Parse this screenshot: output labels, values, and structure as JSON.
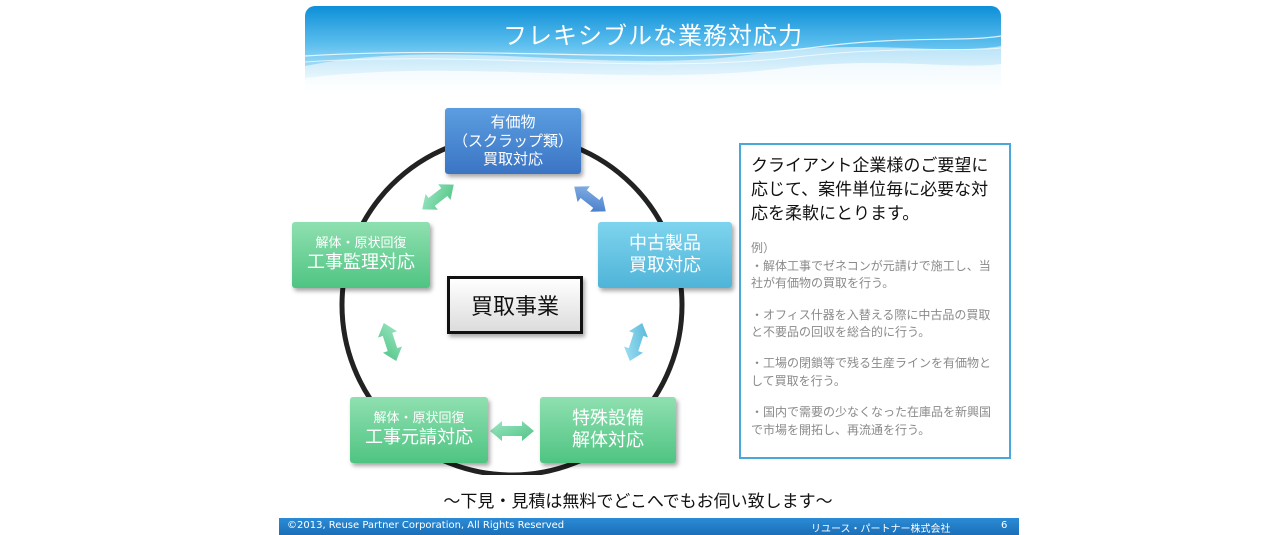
{
  "header": {
    "title": "フレキシブルな業務対応力"
  },
  "diagram": {
    "center": "買取事業",
    "nodes": {
      "top": {
        "line1": "有価物",
        "line2": "（スクラップ類）",
        "line3": "買取対応"
      },
      "right_upper": {
        "line1": "中古製品",
        "line2": "買取対応"
      },
      "right_lower": {
        "line1": "特殊設備",
        "line2": "解体対応"
      },
      "left_lower": {
        "line1": "解体・原状回復",
        "line2": "工事元請対応"
      },
      "left_upper": {
        "line1": "解体・原状回復",
        "line2": "工事監理対応"
      }
    }
  },
  "info": {
    "heading": "クライアント企業様のご要望に応じて、案件単位毎に必要な対応を柔軟にとります。",
    "label": "例）",
    "items": [
      "・解体工事でゼネコンが元請けで施工し、当社が有価物の買取を行う。",
      "・オフィス什器を入替える際に中古品の買取と不要品の回収を総合的に行う。",
      "・工場の閉鎖等で残る生産ラインを有価物として買取を行う。",
      "・国内で需要の少なくなった在庫品を新興国で市場を開拓し、再流通を行う。"
    ]
  },
  "tagline": "～下見・見積は無料でどこへでもお伺い致します～",
  "footer": {
    "copyright": "©2013, Reuse Partner Corporation, All Rights Reserved",
    "company": "リユース・パートナー株式会社",
    "page": "6"
  },
  "colors": {
    "blue": "#3b74c4",
    "cyan": "#4fb4d8",
    "green": "#4fc482",
    "footer": "#1b6fb8",
    "border": "#4aa8d8"
  }
}
